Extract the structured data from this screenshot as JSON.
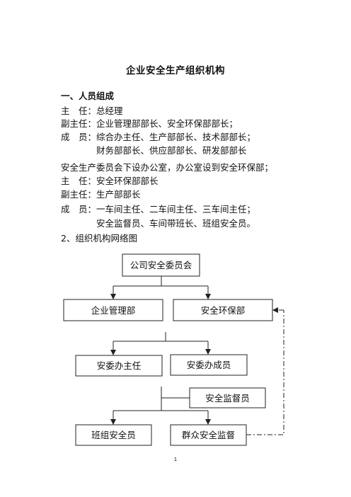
{
  "doc": {
    "title": "企业安全生产组织机构",
    "lines": [
      "一、人员组成",
      "主　任：总经理",
      "副主任：企业管理部部长、安全环保部部长；",
      "成　员：综合办主任、生产部部长、技术部部长；",
      "　　　　财务部部长、供应部部长、研发部部长",
      "安全生产委员会下设办公室，办公室设到安全环保部；",
      "主　任：安全环保部部长",
      "副主任：生产部部长",
      "成　员：一车间主任、二车间主任、三车间主任；",
      "　　　　安全监督员、车间带班长、班组安全员。",
      "2、组织机构网络图"
    ],
    "page_number": "1"
  },
  "diagram": {
    "committee": "公司安全委员会",
    "mgmt_dept": "企业管理部",
    "safety_dept": "安全环保部",
    "office_director": "安委办主任",
    "office_members": "安委办成员",
    "supervisor": "安全监督员",
    "team_safety": "班组安全员",
    "mass_supervision": "群众安全监督"
  }
}
